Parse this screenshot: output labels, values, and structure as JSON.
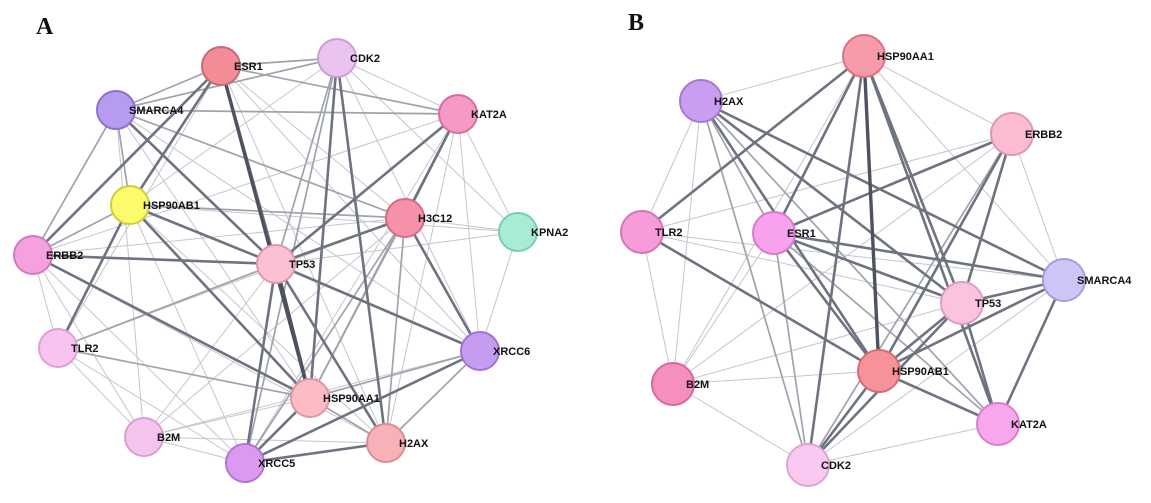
{
  "panels": [
    {
      "id": "A",
      "label": "A",
      "nodes": [
        {
          "id": "ESR1",
          "label": "ESR1",
          "color": "#f28c96",
          "stroke": "#c76a76"
        },
        {
          "id": "CDK2",
          "label": "CDK2",
          "color": "#eac3ee",
          "stroke": "#c9a0d0"
        },
        {
          "id": "SMARCA4",
          "label": "SMARCA4",
          "color": "#b79bf0",
          "stroke": "#8f6fd0"
        },
        {
          "id": "KAT2A",
          "label": "KAT2A",
          "color": "#f59ac6",
          "stroke": "#d46ea4"
        },
        {
          "id": "HSP90AB1",
          "label": "HSP90AB1",
          "color": "#fbfb6b",
          "stroke": "#cfcf3a"
        },
        {
          "id": "H3C12",
          "label": "H3C12",
          "color": "#f591a8",
          "stroke": "#d46b86"
        },
        {
          "id": "KPNA2",
          "label": "KPNA2",
          "color": "#a8ecd6",
          "stroke": "#78cdb4"
        },
        {
          "id": "ERBB2",
          "label": "ERBB2",
          "color": "#f5a0df",
          "stroke": "#d579bd"
        },
        {
          "id": "TP53",
          "label": "TP53",
          "color": "#fbc0d2",
          "stroke": "#df98b0"
        },
        {
          "id": "TLR2",
          "label": "TLR2",
          "color": "#f8c3ef",
          "stroke": "#dca0d2"
        },
        {
          "id": "XRCC6",
          "label": "XRCC6",
          "color": "#c69cf0",
          "stroke": "#a072d4"
        },
        {
          "id": "HSP90AA1",
          "label": "HSP90AA1",
          "color": "#fbbcc6",
          "stroke": "#de98a4"
        },
        {
          "id": "B2M",
          "label": "B2M",
          "color": "#f6c3ee",
          "stroke": "#d9a0cf"
        },
        {
          "id": "H2AX",
          "label": "H2AX",
          "color": "#f8b1b7",
          "stroke": "#db8e96"
        },
        {
          "id": "XRCC5",
          "label": "XRCC5",
          "color": "#d99af0",
          "stroke": "#b572d2"
        }
      ],
      "edges": [
        [
          "ESR1",
          "CDK2",
          2
        ],
        [
          "ESR1",
          "SMARCA4",
          2
        ],
        [
          "ESR1",
          "KAT2A",
          2
        ],
        [
          "ESR1",
          "HSP90AB1",
          3
        ],
        [
          "ESR1",
          "H3C12",
          1
        ],
        [
          "ESR1",
          "ERBB2",
          3
        ],
        [
          "ESR1",
          "TP53",
          3
        ],
        [
          "ESR1",
          "HSP90AA1",
          4
        ],
        [
          "ESR1",
          "XRCC6",
          1
        ],
        [
          "ESR1",
          "H2AX",
          1
        ],
        [
          "ESR1",
          "TLR2",
          1
        ],
        [
          "CDK2",
          "SMARCA4",
          2
        ],
        [
          "CDK2",
          "KAT2A",
          1
        ],
        [
          "CDK2",
          "TP53",
          2
        ],
        [
          "CDK2",
          "HSP90AA1",
          3
        ],
        [
          "CDK2",
          "H2AX",
          3
        ],
        [
          "CDK2",
          "XRCC6",
          1
        ],
        [
          "CDK2",
          "KPNA2",
          1
        ],
        [
          "CDK2",
          "XRCC5",
          2
        ],
        [
          "CDK2",
          "HSP90AB1",
          1
        ],
        [
          "SMARCA4",
          "KAT2A",
          2
        ],
        [
          "SMARCA4",
          "HSP90AB1",
          2
        ],
        [
          "SMARCA4",
          "H3C12",
          2
        ],
        [
          "SMARCA4",
          "ERBB2",
          2
        ],
        [
          "SMARCA4",
          "TP53",
          3
        ],
        [
          "SMARCA4",
          "HSP90AA1",
          1
        ],
        [
          "SMARCA4",
          "XRCC6",
          1
        ],
        [
          "SMARCA4",
          "B2M",
          1
        ],
        [
          "KAT2A",
          "H3C12",
          3
        ],
        [
          "KAT2A",
          "TP53",
          3
        ],
        [
          "KAT2A",
          "HSP90AA1",
          2
        ],
        [
          "KAT2A",
          "H2AX",
          1
        ],
        [
          "KAT2A",
          "XRCC5",
          1
        ],
        [
          "KAT2A",
          "KPNA2",
          1
        ],
        [
          "KAT2A",
          "XRCC6",
          1
        ],
        [
          "KAT2A",
          "ERBB2",
          1
        ],
        [
          "HSP90AB1",
          "H3C12",
          2
        ],
        [
          "HSP90AB1",
          "TP53",
          3
        ],
        [
          "HSP90AB1",
          "ERBB2",
          2
        ],
        [
          "HSP90AB1",
          "TLR2",
          3
        ],
        [
          "HSP90AB1",
          "HSP90AA1",
          3
        ],
        [
          "HSP90AB1",
          "XRCC5",
          1
        ],
        [
          "HSP90AB1",
          "KPNA2",
          1
        ],
        [
          "HSP90AB1",
          "H2AX",
          1
        ],
        [
          "H3C12",
          "TP53",
          3
        ],
        [
          "H3C12",
          "XRCC6",
          3
        ],
        [
          "H3C12",
          "HSP90AA1",
          2
        ],
        [
          "H3C12",
          "XRCC5",
          2
        ],
        [
          "H3C12",
          "H2AX",
          2
        ],
        [
          "H3C12",
          "KPNA2",
          1
        ],
        [
          "H3C12",
          "TLR2",
          1
        ],
        [
          "H3C12",
          "B2M",
          1
        ],
        [
          "H3C12",
          "ERBB2",
          1
        ],
        [
          "ERBB2",
          "TP53",
          3
        ],
        [
          "ERBB2",
          "HSP90AA1",
          3
        ],
        [
          "ERBB2",
          "TLR2",
          1
        ],
        [
          "ERBB2",
          "B2M",
          1
        ],
        [
          "ERBB2",
          "XRCC5",
          1
        ],
        [
          "ERBB2",
          "H2AX",
          1
        ],
        [
          "TP53",
          "XRCC6",
          3
        ],
        [
          "TP53",
          "HSP90AA1",
          4
        ],
        [
          "TP53",
          "XRCC5",
          3
        ],
        [
          "TP53",
          "H2AX",
          3
        ],
        [
          "TP53",
          "TLR2",
          2
        ],
        [
          "TP53",
          "B2M",
          1
        ],
        [
          "TP53",
          "KPNA2",
          1
        ],
        [
          "TLR2",
          "HSP90AA1",
          2
        ],
        [
          "TLR2",
          "B2M",
          1
        ],
        [
          "TLR2",
          "XRCC5",
          1
        ],
        [
          "XRCC6",
          "XRCC5",
          3
        ],
        [
          "XRCC6",
          "HSP90AA1",
          2
        ],
        [
          "XRCC6",
          "H2AX",
          2
        ],
        [
          "XRCC6",
          "B2M",
          1
        ],
        [
          "XRCC6",
          "KPNA2",
          1
        ],
        [
          "HSP90AA1",
          "H2AX",
          2
        ],
        [
          "HSP90AA1",
          "XRCC5",
          3
        ],
        [
          "HSP90AA1",
          "B2M",
          1
        ],
        [
          "B2M",
          "H2AX",
          1
        ],
        [
          "B2M",
          "XRCC5",
          1
        ],
        [
          "H2AX",
          "XRCC5",
          3
        ]
      ]
    },
    {
      "id": "B",
      "label": "B",
      "nodes": [
        {
          "id": "HSP90AA1",
          "label": "HSP90AA1",
          "color": "#f79aa9",
          "stroke": "#d87485"
        },
        {
          "id": "H2AX",
          "label": "H2AX",
          "color": "#c99ef0",
          "stroke": "#a577d2"
        },
        {
          "id": "ERBB2",
          "label": "ERBB2",
          "color": "#fbbcd3",
          "stroke": "#de97b2"
        },
        {
          "id": "TLR2",
          "label": "TLR2",
          "color": "#f79cd9",
          "stroke": "#d673b9"
        },
        {
          "id": "ESR1",
          "label": "ESR1",
          "color": "#f8a1ee",
          "stroke": "#d67acc"
        },
        {
          "id": "SMARCA4",
          "label": "SMARCA4",
          "color": "#cdc5f5",
          "stroke": "#a79ddb"
        },
        {
          "id": "TP53",
          "label": "TP53",
          "color": "#fbc3e0",
          "stroke": "#de9dc2"
        },
        {
          "id": "B2M",
          "label": "B2M",
          "color": "#f58fc0",
          "stroke": "#d4699f"
        },
        {
          "id": "HSP90AB1",
          "label": "HSP90AB1",
          "color": "#f6939a",
          "stroke": "#d46d77"
        },
        {
          "id": "KAT2A",
          "label": "KAT2A",
          "color": "#f8a6ee",
          "stroke": "#d680cd"
        },
        {
          "id": "CDK2",
          "label": "CDK2",
          "color": "#f9c9f1",
          "stroke": "#dca5d4"
        }
      ],
      "edges": [
        [
          "HSP90AA1",
          "H2AX",
          1
        ],
        [
          "HSP90AA1",
          "ERBB2",
          1
        ],
        [
          "HSP90AA1",
          "ESR1",
          3
        ],
        [
          "HSP90AA1",
          "TLR2",
          3
        ],
        [
          "HSP90AA1",
          "SMARCA4",
          1
        ],
        [
          "HSP90AA1",
          "TP53",
          3
        ],
        [
          "HSP90AA1",
          "HSP90AB1",
          4
        ],
        [
          "HSP90AA1",
          "KAT2A",
          3
        ],
        [
          "HSP90AA1",
          "CDK2",
          3
        ],
        [
          "HSP90AA1",
          "B2M",
          1
        ],
        [
          "H2AX",
          "ESR1",
          2
        ],
        [
          "H2AX",
          "SMARCA4",
          3
        ],
        [
          "H2AX",
          "TP53",
          3
        ],
        [
          "H2AX",
          "HSP90AB1",
          3
        ],
        [
          "H2AX",
          "KAT2A",
          2
        ],
        [
          "H2AX",
          "CDK2",
          2
        ],
        [
          "H2AX",
          "B2M",
          1
        ],
        [
          "H2AX",
          "TLR2",
          1
        ],
        [
          "ERBB2",
          "ESR1",
          3
        ],
        [
          "ERBB2",
          "TP53",
          3
        ],
        [
          "ERBB2",
          "HSP90AB1",
          3
        ],
        [
          "ERBB2",
          "SMARCA4",
          1
        ],
        [
          "ERBB2",
          "CDK2",
          2
        ],
        [
          "ERBB2",
          "TLR2",
          1
        ],
        [
          "ERBB2",
          "B2M",
          1
        ],
        [
          "TLR2",
          "HSP90AB1",
          3
        ],
        [
          "TLR2",
          "B2M",
          1
        ],
        [
          "TLR2",
          "TP53",
          1
        ],
        [
          "TLR2",
          "SMARCA4",
          1
        ],
        [
          "ESR1",
          "SMARCA4",
          3
        ],
        [
          "ESR1",
          "TP53",
          3
        ],
        [
          "ESR1",
          "HSP90AB1",
          3
        ],
        [
          "ESR1",
          "KAT2A",
          2
        ],
        [
          "ESR1",
          "CDK2",
          2
        ],
        [
          "ESR1",
          "B2M",
          1
        ],
        [
          "SMARCA4",
          "TP53",
          3
        ],
        [
          "SMARCA4",
          "HSP90AB1",
          3
        ],
        [
          "SMARCA4",
          "KAT2A",
          3
        ],
        [
          "SMARCA4",
          "CDK2",
          1
        ],
        [
          "TP53",
          "HSP90AB1",
          3
        ],
        [
          "TP53",
          "KAT2A",
          3
        ],
        [
          "TP53",
          "CDK2",
          3
        ],
        [
          "TP53",
          "B2M",
          1
        ],
        [
          "B2M",
          "HSP90AB1",
          1
        ],
        [
          "B2M",
          "CDK2",
          1
        ],
        [
          "HSP90AB1",
          "KAT2A",
          3
        ],
        [
          "HSP90AB1",
          "CDK2",
          3
        ],
        [
          "KAT2A",
          "CDK2",
          1
        ]
      ]
    }
  ]
}
